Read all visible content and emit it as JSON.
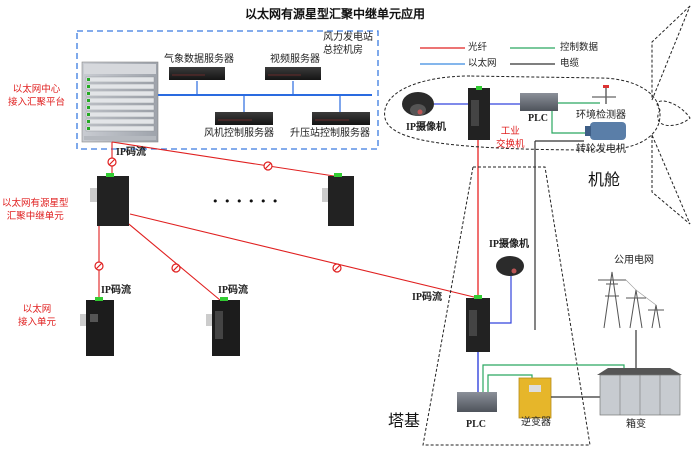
{
  "title": "以太网有源星型汇聚中继单元应用",
  "colors": {
    "fiber": "#e02020",
    "ethernet": "#3a7be0",
    "control_data": "#2aa860",
    "cable": "#333333",
    "control_room_border": "#3a7be0",
    "red_label": "#e02020"
  },
  "legend": [
    {
      "name": "fiber",
      "label": "光纤",
      "color": "#e02020"
    },
    {
      "name": "control-data",
      "label": "控制数据",
      "color": "#2aa860"
    },
    {
      "name": "ethernet",
      "label": "以太网",
      "color": "#3a7be0"
    },
    {
      "name": "cable",
      "label": "电缆",
      "color": "#333333"
    }
  ],
  "control_room": {
    "label_line1": "风力发电站",
    "label_line2": "总控机房",
    "servers": [
      {
        "label": "气象数据服务器"
      },
      {
        "label": "视频服务器"
      },
      {
        "label": "风机控制服务器"
      },
      {
        "label": "升压站控制服务器"
      }
    ]
  },
  "side_labels": {
    "center_platform_line1": "以太网中心",
    "center_platform_line2": "接入汇聚平台",
    "relay_unit_line1": "以太网有源星型",
    "relay_unit_line2": "汇聚中继单元",
    "access_unit_line1": "以太网",
    "access_unit_line2": "接入单元"
  },
  "stream_label": "IP码流",
  "ellipsis": "• • • • • •",
  "nacelle": {
    "title": "机舱",
    "camera": "IP摄像机",
    "switch_line1": "工业",
    "switch_line2": "交换机",
    "plc": "PLC",
    "env_detector": "环境检测器",
    "generator": "转轮发电机"
  },
  "tower_base": {
    "title": "塔基",
    "camera": "IP摄像机",
    "plc": "PLC",
    "inverter": "逆变器",
    "box_transformer": "箱变"
  },
  "public_grid": "公用电网"
}
